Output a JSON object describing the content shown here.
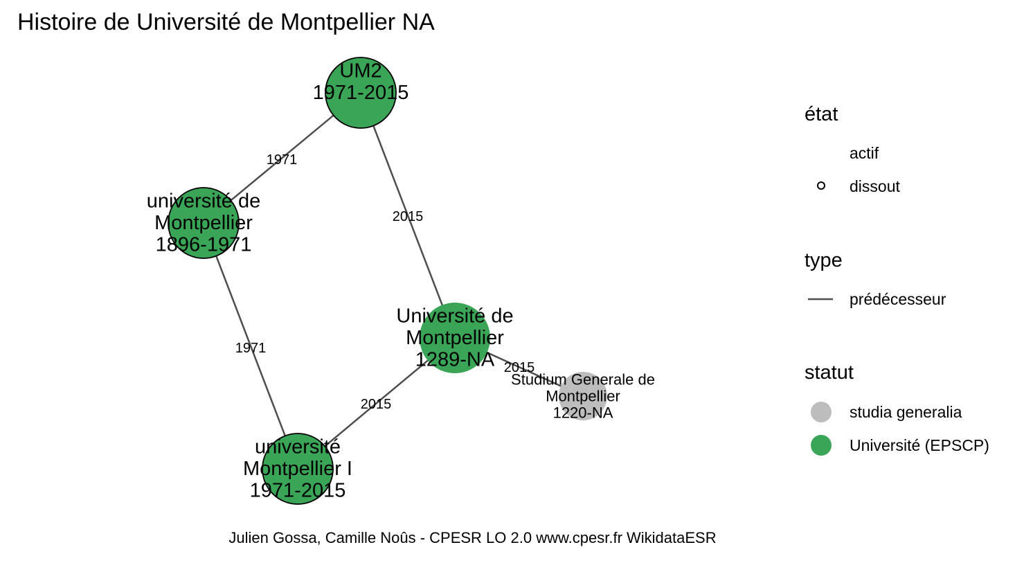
{
  "title": "Histoire de Université de Montpellier NA",
  "caption": "Julien Gossa, Camille Noûs - CPESR LO 2.0 www.cpesr.fr WikidataESR",
  "colors": {
    "universite": "#3ba557",
    "studia": "#bdbdbd",
    "edge": "#4d4d4d",
    "node_border": "#000000"
  },
  "nodes": [
    {
      "id": "um2",
      "lines": [
        "UM2",
        "1971-2015"
      ],
      "statut": "Université (EPSCP)",
      "etat": "dissout"
    },
    {
      "id": "um1896",
      "lines": [
        "université de",
        "Montpellier",
        "1896-1971"
      ],
      "statut": "Université (EPSCP)",
      "etat": "dissout"
    },
    {
      "id": "um",
      "lines": [
        "Université de",
        "Montpellier",
        "1289-NA"
      ],
      "statut": "Université (EPSCP)",
      "etat": "actif"
    },
    {
      "id": "um1",
      "lines": [
        "université",
        "Montpellier I",
        "1971-2015"
      ],
      "statut": "Université (EPSCP)",
      "etat": "dissout"
    },
    {
      "id": "studium",
      "lines": [
        "Studium Generale de",
        "Montpellier",
        "1220-NA"
      ],
      "statut": "studia generalia",
      "etat": "actif"
    }
  ],
  "edges": [
    {
      "from": "um1896",
      "to": "um2",
      "label": "1971"
    },
    {
      "from": "um2",
      "to": "um",
      "label": "2015"
    },
    {
      "from": "um1896",
      "to": "um1",
      "label": "1971"
    },
    {
      "from": "um1",
      "to": "um",
      "label": "2015"
    },
    {
      "from": "um",
      "to": "studium",
      "label": "2015"
    }
  ],
  "legend": {
    "etat": {
      "title": "état",
      "items": [
        "actif",
        "dissout"
      ]
    },
    "type": {
      "title": "type",
      "items": [
        "prédécesseur"
      ]
    },
    "statut": {
      "title": "statut",
      "items": [
        "studia generalia",
        "Université (EPSCP)"
      ]
    }
  }
}
